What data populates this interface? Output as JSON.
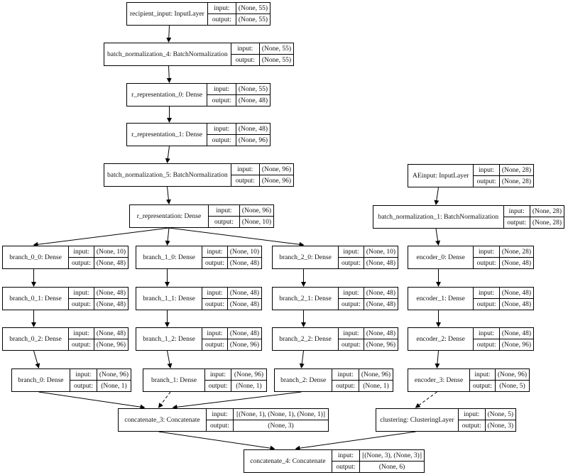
{
  "labels": {
    "input": "input:",
    "output": "output:"
  },
  "nodes": [
    {
      "id": "recipient_input",
      "name": "recipient_input: InputLayer",
      "input": "(None, 55)",
      "output": "(None, 55)"
    },
    {
      "id": "bn4",
      "name": "batch_normalization_4: BatchNormalization",
      "input": "(None, 55)",
      "output": "(None, 55)"
    },
    {
      "id": "rrep0",
      "name": "r_representation_0: Dense",
      "input": "(None, 55)",
      "output": "(None, 48)"
    },
    {
      "id": "rrep1",
      "name": "r_representation_1: Dense",
      "input": "(None, 48)",
      "output": "(None, 96)"
    },
    {
      "id": "bn5",
      "name": "batch_normalization_5: BatchNormalization",
      "input": "(None, 96)",
      "output": "(None, 96)"
    },
    {
      "id": "rrep",
      "name": "r_representation: Dense",
      "input": "(None, 96)",
      "output": "(None, 10)"
    },
    {
      "id": "b00",
      "name": "branch_0_0: Dense",
      "input": "(None, 10)",
      "output": "(None, 48)"
    },
    {
      "id": "b01",
      "name": "branch_0_1: Dense",
      "input": "(None, 48)",
      "output": "(None, 48)"
    },
    {
      "id": "b02",
      "name": "branch_0_2: Dense",
      "input": "(None, 48)",
      "output": "(None, 96)"
    },
    {
      "id": "b0",
      "name": "branch_0: Dense",
      "input": "(None, 96)",
      "output": "(None, 1)"
    },
    {
      "id": "b10",
      "name": "branch_1_0: Dense",
      "input": "(None, 10)",
      "output": "(None, 48)"
    },
    {
      "id": "b11",
      "name": "branch_1_1: Dense",
      "input": "(None, 48)",
      "output": "(None, 48)"
    },
    {
      "id": "b12",
      "name": "branch_1_2: Dense",
      "input": "(None, 48)",
      "output": "(None, 96)"
    },
    {
      "id": "b1",
      "name": "branch_1: Dense",
      "input": "(None, 96)",
      "output": "(None, 1)"
    },
    {
      "id": "b20",
      "name": "branch_2_0: Dense",
      "input": "(None, 10)",
      "output": "(None, 48)"
    },
    {
      "id": "b21",
      "name": "branch_2_1: Dense",
      "input": "(None, 48)",
      "output": "(None, 48)"
    },
    {
      "id": "b22",
      "name": "branch_2_2: Dense",
      "input": "(None, 48)",
      "output": "(None, 96)"
    },
    {
      "id": "b2",
      "name": "branch_2: Dense",
      "input": "(None, 96)",
      "output": "(None, 1)"
    },
    {
      "id": "aeinput",
      "name": "AEinput: InputLayer",
      "input": "(None, 28)",
      "output": "(None, 28)"
    },
    {
      "id": "bn1",
      "name": "batch_normalization_1: BatchNormalization",
      "input": "(None, 28)",
      "output": "(None, 28)"
    },
    {
      "id": "enc0",
      "name": "encoder_0: Dense",
      "input": "(None, 28)",
      "output": "(None, 48)"
    },
    {
      "id": "enc1",
      "name": "encoder_1: Dense",
      "input": "(None, 48)",
      "output": "(None, 48)"
    },
    {
      "id": "enc2",
      "name": "encoder_2: Dense",
      "input": "(None, 48)",
      "output": "(None, 96)"
    },
    {
      "id": "enc3",
      "name": "encoder_3: Dense",
      "input": "(None, 96)",
      "output": "(None, 5)"
    },
    {
      "id": "concat3",
      "name": "concatenate_3: Concatenate",
      "input": "[(None, 1), (None, 1), (None, 1)]",
      "output": "(None, 3)"
    },
    {
      "id": "clustering",
      "name": "clustering: ClusteringLayer",
      "input": "(None, 5)",
      "output": "(None, 3)"
    },
    {
      "id": "concat4",
      "name": "concatenate_4: Concatenate",
      "input": "[(None, 3), (None, 3)]",
      "output": "(None, 6)"
    }
  ],
  "edges": [
    {
      "from": "recipient_input",
      "to": "bn4"
    },
    {
      "from": "bn4",
      "to": "rrep0"
    },
    {
      "from": "rrep0",
      "to": "rrep1"
    },
    {
      "from": "rrep1",
      "to": "bn5"
    },
    {
      "from": "bn5",
      "to": "rrep"
    },
    {
      "from": "rrep",
      "to": "b00"
    },
    {
      "from": "rrep",
      "to": "b10"
    },
    {
      "from": "rrep",
      "to": "b20"
    },
    {
      "from": "b00",
      "to": "b01"
    },
    {
      "from": "b01",
      "to": "b02"
    },
    {
      "from": "b02",
      "to": "b0"
    },
    {
      "from": "b10",
      "to": "b11"
    },
    {
      "from": "b11",
      "to": "b12"
    },
    {
      "from": "b12",
      "to": "b1"
    },
    {
      "from": "b20",
      "to": "b21"
    },
    {
      "from": "b21",
      "to": "b22"
    },
    {
      "from": "b22",
      "to": "b2"
    },
    {
      "from": "aeinput",
      "to": "bn1"
    },
    {
      "from": "bn1",
      "to": "enc0"
    },
    {
      "from": "enc0",
      "to": "enc1"
    },
    {
      "from": "enc1",
      "to": "enc2"
    },
    {
      "from": "enc2",
      "to": "enc3"
    },
    {
      "from": "b0",
      "to": "concat3"
    },
    {
      "from": "b1",
      "to": "concat3",
      "dashed": true
    },
    {
      "from": "b2",
      "to": "concat3"
    },
    {
      "from": "enc3",
      "to": "clustering",
      "dashed": true
    },
    {
      "from": "concat3",
      "to": "concat4"
    },
    {
      "from": "clustering",
      "to": "concat4"
    }
  ]
}
